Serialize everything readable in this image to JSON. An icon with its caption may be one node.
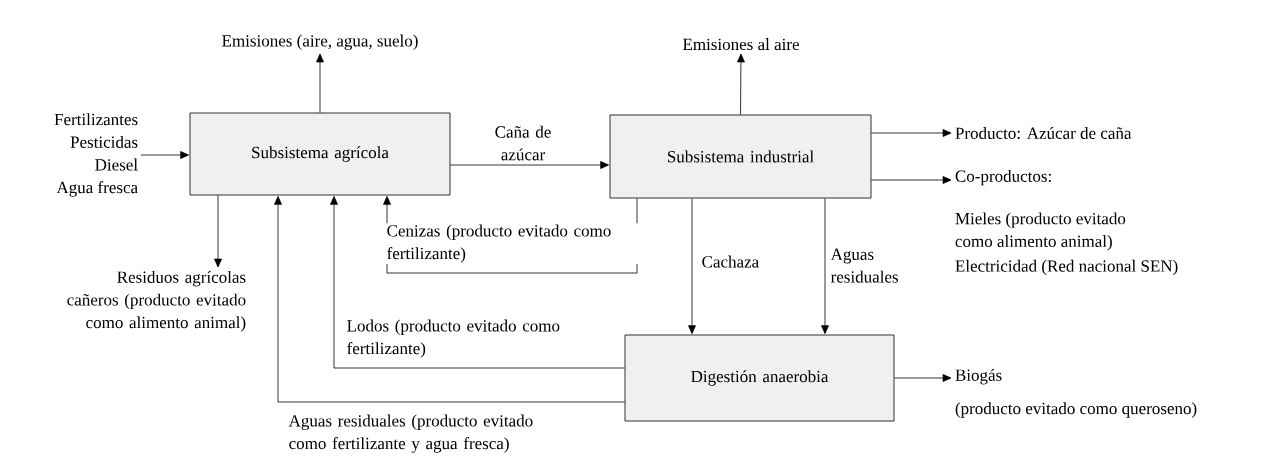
{
  "diagram": {
    "nodes": [
      {
        "text": [
          "Subsistema agrícola"
        ]
      },
      {
        "text": [
          "Subsistema industrial"
        ]
      },
      {
        "text": [
          "Digestión anaerobia"
        ]
      },
      {
        "text": [
          "Emisiones (aire, agua, suelo)"
        ]
      },
      {
        "text": [
          "Emisiones al aire"
        ]
      },
      {
        "text": [
          "Fertilizantes",
          "Pesticidas",
          "Diesel",
          "Agua fresca"
        ]
      },
      {
        "text": [
          "Residuos agrícolas cañeros (producto evitado como alimento animal)"
        ]
      },
      {
        "text": [
          "Producto: Azúcar de caña"
        ]
      },
      {
        "text": [
          "Co-productos:",
          "Mieles (producto evitado como alimento animal)",
          "Electricidad (Red nacional SEN)"
        ]
      },
      {
        "text": [
          "Biogás",
          "(producto evitado como queroseno)"
        ]
      }
    ],
    "edges": [
      {
        "from": 0,
        "to": 3,
        "arrow": "to"
      },
      {
        "from": 1,
        "to": 4,
        "arrow": "to"
      },
      {
        "from": 5,
        "to": 0,
        "arrow": "to"
      },
      {
        "from": 0,
        "to": 1,
        "arrow": "to",
        "label": "Caña de azúcar"
      },
      {
        "from": 0,
        "to": 6,
        "arrow": "to"
      },
      {
        "from": 1,
        "to": 7,
        "arrow": "to"
      },
      {
        "from": 1,
        "to": 8,
        "arrow": "to"
      },
      {
        "from": 1,
        "to": 0,
        "arrow": "to",
        "label": "Cenizas (producto evitado como fertilizante)"
      },
      {
        "from": 1,
        "to": 2,
        "arrow": "to",
        "label": "Cachaza"
      },
      {
        "from": 1,
        "to": 2,
        "arrow": "to",
        "label": "Aguas residuales"
      },
      {
        "from": 2,
        "to": 0,
        "arrow": "to",
        "label": "Lodos (producto evitado como fertilizante)"
      },
      {
        "from": 2,
        "to": 0,
        "arrow": "to",
        "label": "Aguas residuales (producto evitado como fertilizante y agua fresca)"
      },
      {
        "from": 2,
        "to": 9,
        "arrow": "to"
      }
    ]
  }
}
